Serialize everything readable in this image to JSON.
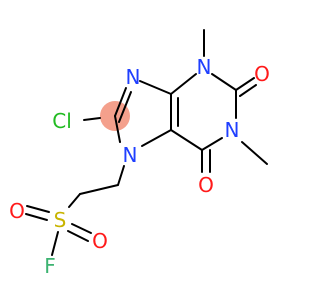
{
  "molecule": {
    "atoms": [
      {
        "id": "Cl1",
        "label": "Cl",
        "color": "#22bb22"
      },
      {
        "id": "N7",
        "label": "N",
        "color": "#1f3fff"
      },
      {
        "id": "N9",
        "label": "N",
        "color": "#1f3fff"
      },
      {
        "id": "N3",
        "label": "N",
        "color": "#1f3fff"
      },
      {
        "id": "N1",
        "label": "N",
        "color": "#1f3fff"
      },
      {
        "id": "O2",
        "label": "O",
        "color": "#ff1a1a"
      },
      {
        "id": "O6",
        "label": "O",
        "color": "#ff1a1a"
      },
      {
        "id": "S1",
        "label": "S",
        "color": "#c8b400"
      },
      {
        "id": "Os1",
        "label": "O",
        "color": "#ff1a1a"
      },
      {
        "id": "Os2",
        "label": "O",
        "color": "#ff1a1a"
      },
      {
        "id": "F1",
        "label": "F",
        "color": "#3cb371"
      }
    ],
    "highlight": {
      "atom": "C8",
      "color": "#f4a08c"
    }
  }
}
